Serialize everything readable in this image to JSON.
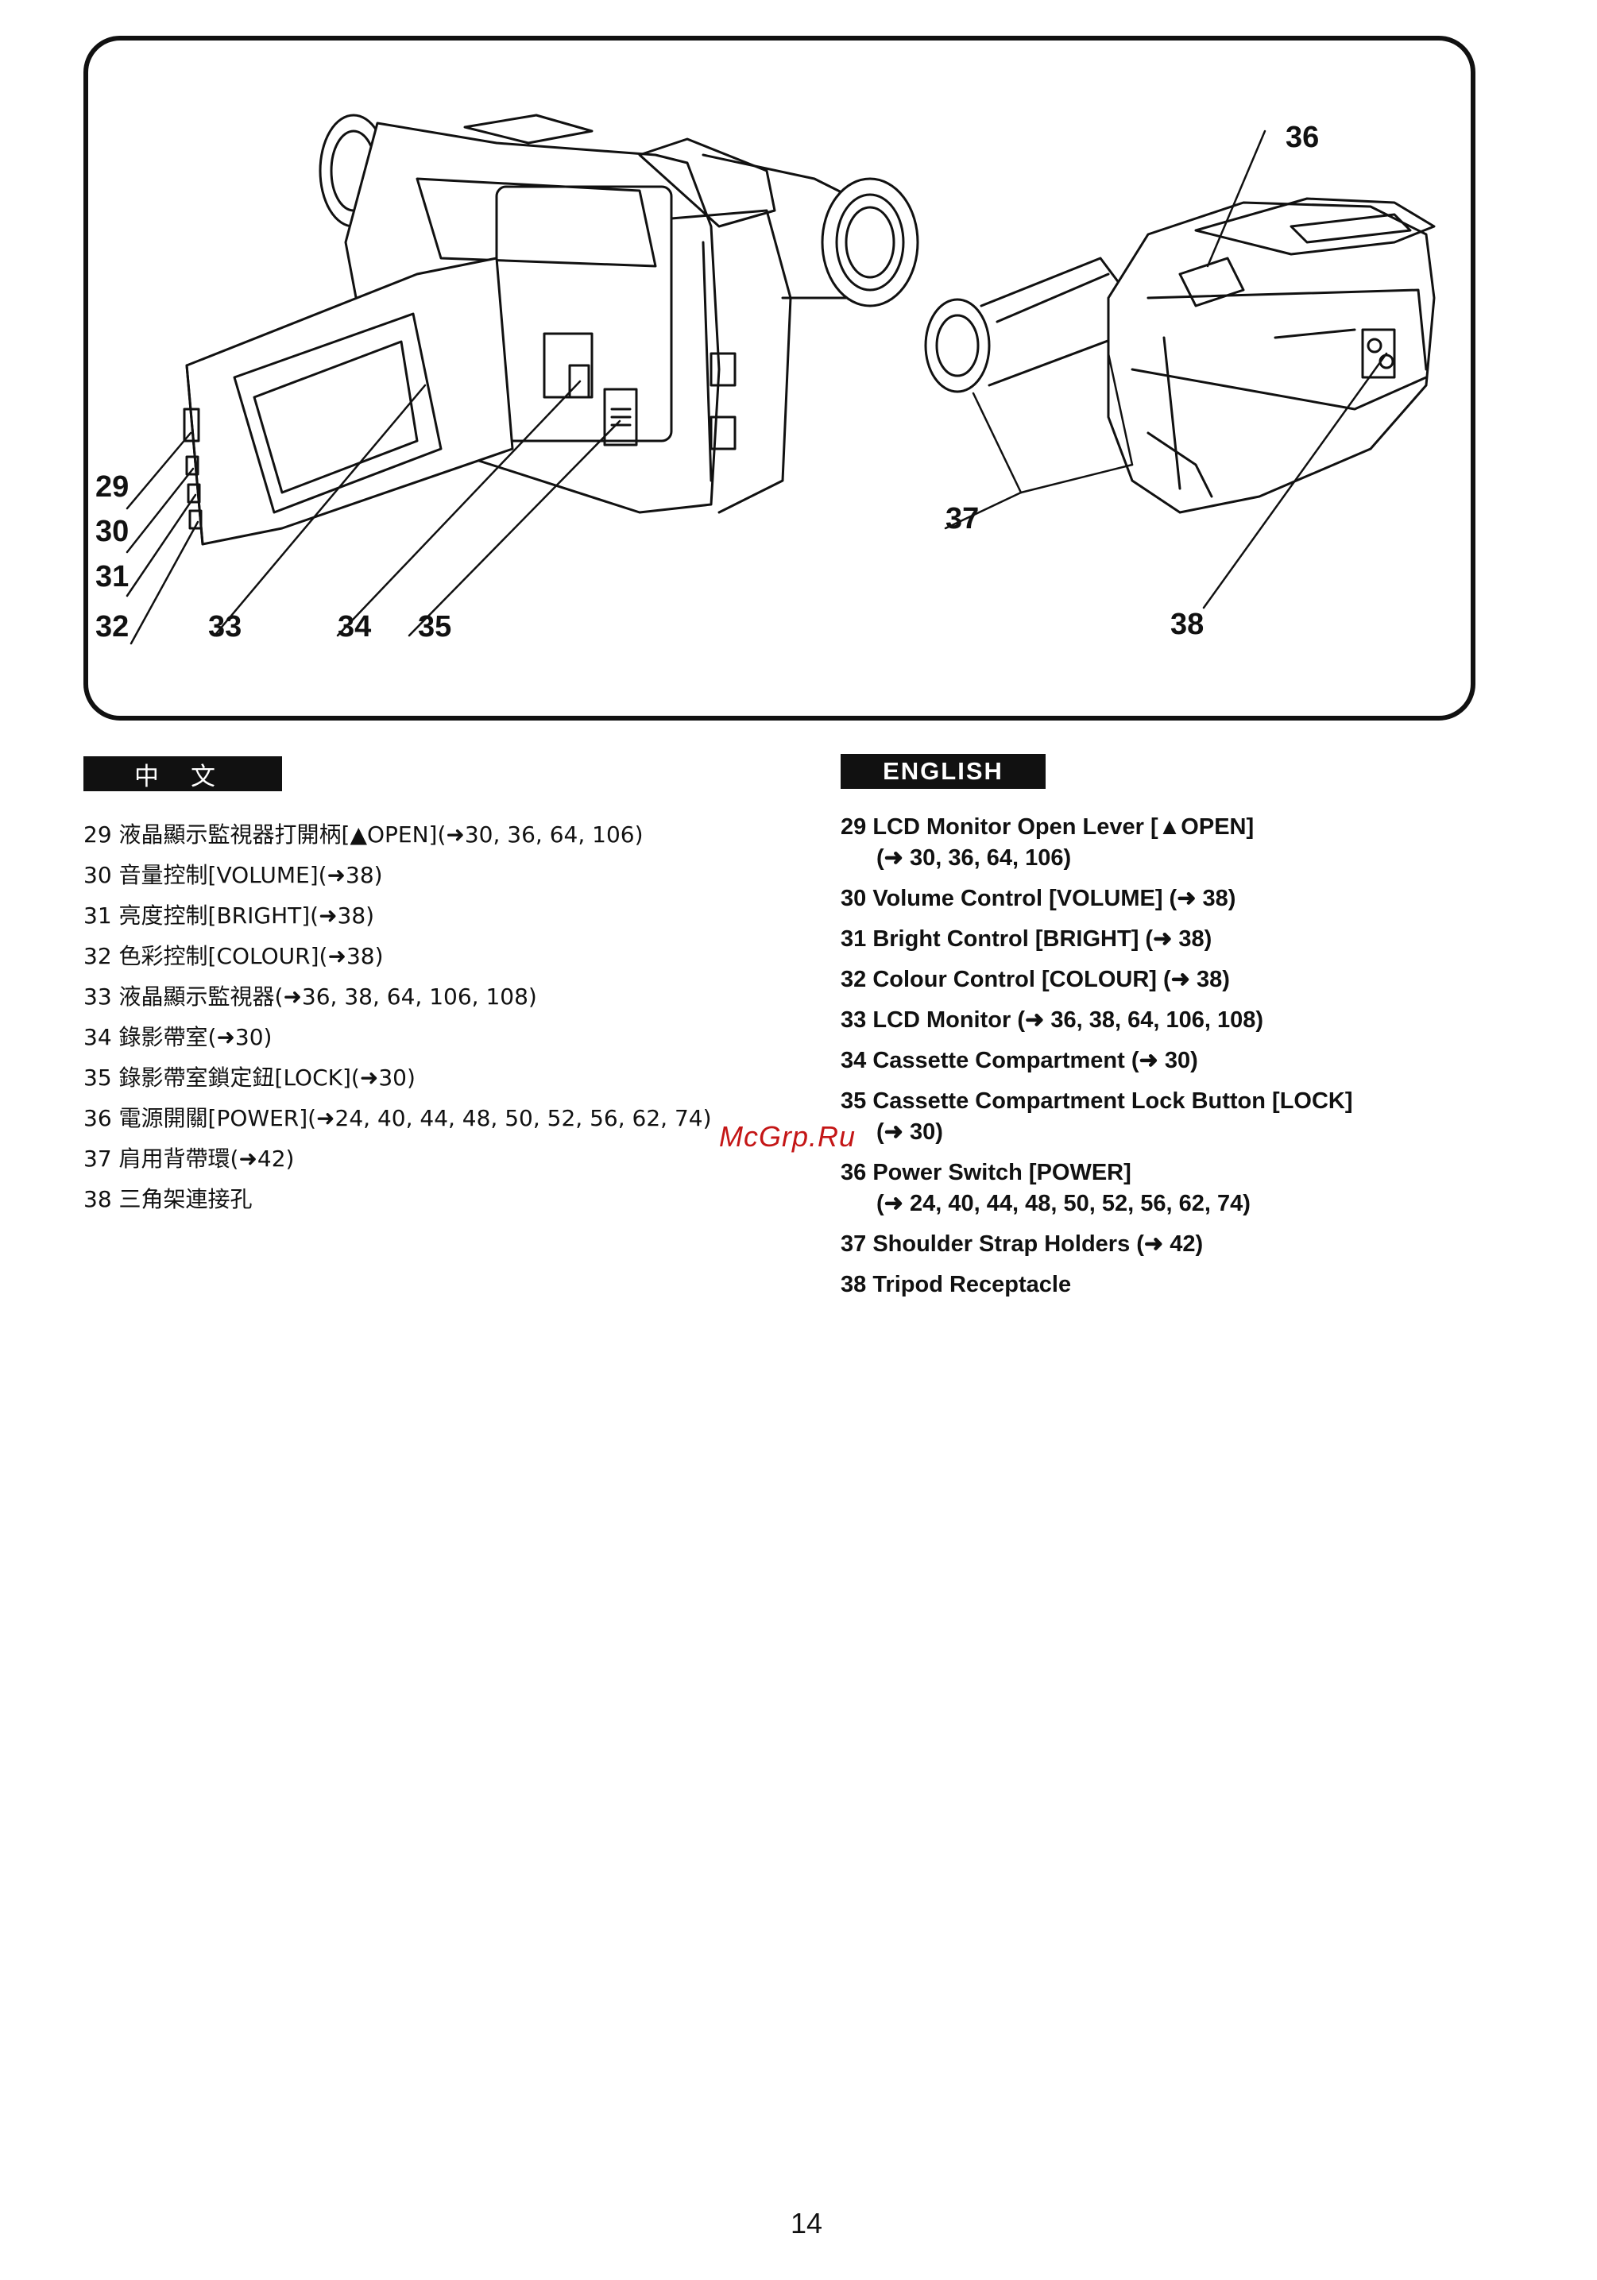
{
  "illustration": {
    "callouts": [
      "29",
      "30",
      "31",
      "32",
      "33",
      "34",
      "35",
      "36",
      "37",
      "38"
    ]
  },
  "chinese": {
    "header": "中文",
    "items": [
      "29 液晶顯示監視器打開柄[▲OPEN](➜30, 36, 64, 106)",
      "30 音量控制[VOLUME](➜38)",
      "31 亮度控制[BRIGHT](➜38)",
      "32 色彩控制[COLOUR](➜38)",
      "33 液晶顯示監視器(➜36, 38, 64, 106, 108)",
      "34 錄影帶室(➜30)",
      "35 錄影帶室鎖定鈕[LOCK](➜30)",
      "36 電源開關[POWER](➜24, 40, 44, 48, 50, 52, 56, 62, 74)",
      "37 肩用背帶環(➜42)",
      "38 三角架連接孔"
    ]
  },
  "english": {
    "header": "ENGLISH",
    "items": [
      {
        "line1": "29 LCD Monitor Open Lever [▲OPEN]",
        "line2": "(➜ 30, 36, 64, 106)"
      },
      {
        "line1": "30 Volume Control [VOLUME] (➜ 38)",
        "line2": ""
      },
      {
        "line1": "31 Bright Control [BRIGHT] (➜ 38)",
        "line2": ""
      },
      {
        "line1": "32 Colour Control [COLOUR] (➜ 38)",
        "line2": ""
      },
      {
        "line1": "33 LCD Monitor (➜ 36, 38, 64, 106, 108)",
        "line2": ""
      },
      {
        "line1": "34 Cassette Compartment (➜ 30)",
        "line2": ""
      },
      {
        "line1": "35 Cassette Compartment Lock Button [LOCK]",
        "line2": "(➜ 30)"
      },
      {
        "line1": "36 Power Switch [POWER]",
        "line2": "(➜ 24, 40, 44, 48, 50, 52, 56, 62, 74)"
      },
      {
        "line1": "37 Shoulder Strap Holders (➜ 42)",
        "line2": ""
      },
      {
        "line1": "38 Tripod Receptacle",
        "line2": ""
      }
    ]
  },
  "watermark": "McGrp.Ru",
  "page_number": "14"
}
